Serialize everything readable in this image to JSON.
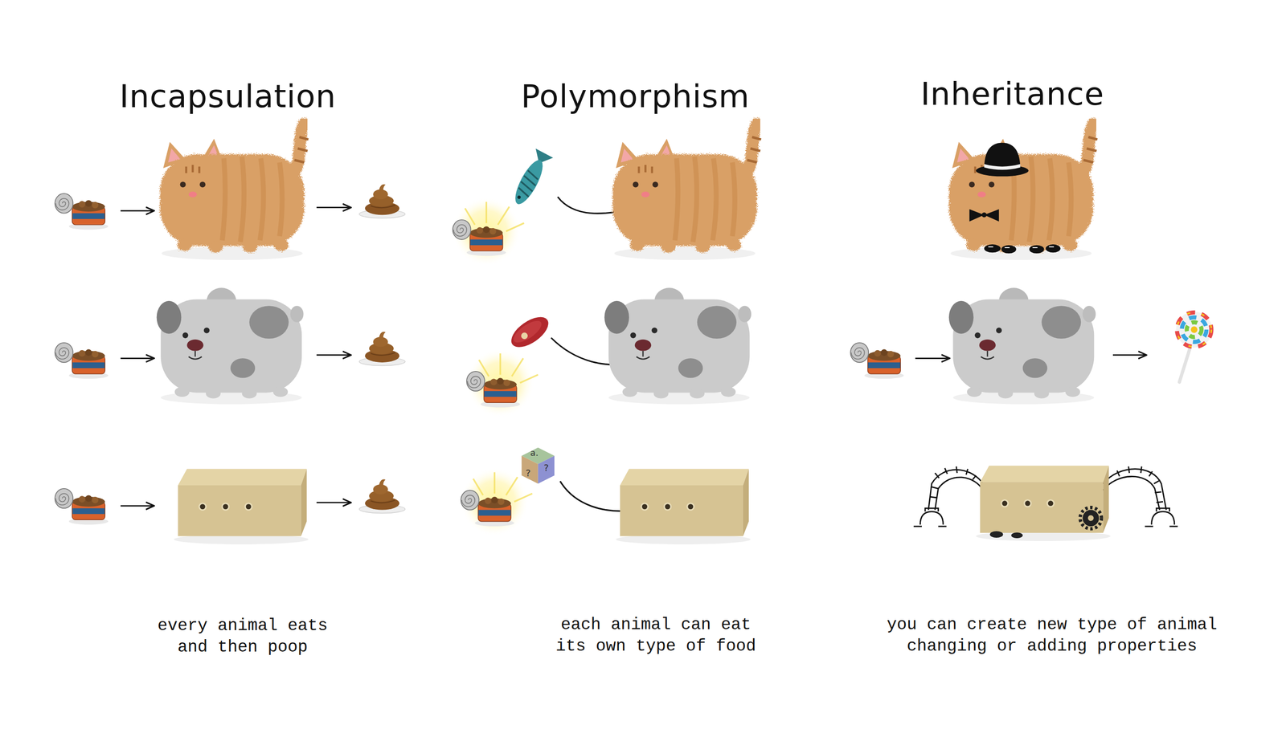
{
  "diagram": {
    "labels": [
      "Incapsulation",
      "Polymorphism",
      "Inheritance",
      "a.",
      "?",
      "?",
      "every animal eats and then poop",
      "each animal can eat its own type of food",
      "you can create new type of animal changing or adding properties"
    ]
  }
}
